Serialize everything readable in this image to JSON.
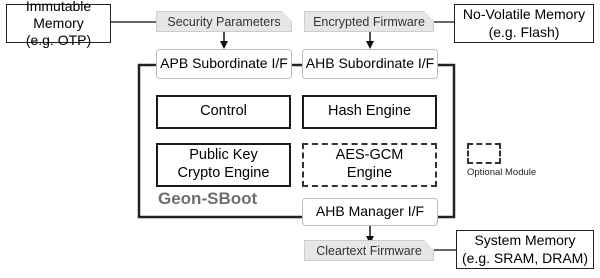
{
  "external": {
    "immutable_memory": {
      "line1": "Immutable Memory",
      "line2": "(e.g. OTP)"
    },
    "nonvolatile_memory": {
      "line1": "No-Volatile Memory",
      "line2": "(e.g. Flash)"
    },
    "system_memory": {
      "line1": "System Memory",
      "line2": "(e.g. SRAM, DRAM)"
    }
  },
  "data_tags": {
    "security_parameters": "Security Parameters",
    "encrypted_firmware": "Encrypted Firmware",
    "cleartext_firmware": "Cleartext Firmware"
  },
  "interfaces": {
    "apb_subordinate": "APB Subordinate I/F",
    "ahb_subordinate": "AHB Subordinate I/F",
    "ahb_manager": "AHB Manager I/F"
  },
  "modules": {
    "control": "Control",
    "hash_engine": "Hash Engine",
    "public_key_crypto": {
      "line1": "Public Key",
      "line2": "Crypto Engine"
    },
    "aes_gcm": {
      "line1": "AES-GCM",
      "line2": "Engine"
    }
  },
  "system_name": "Geon-SBoot",
  "legend": {
    "optional_module": "Optional Module"
  }
}
